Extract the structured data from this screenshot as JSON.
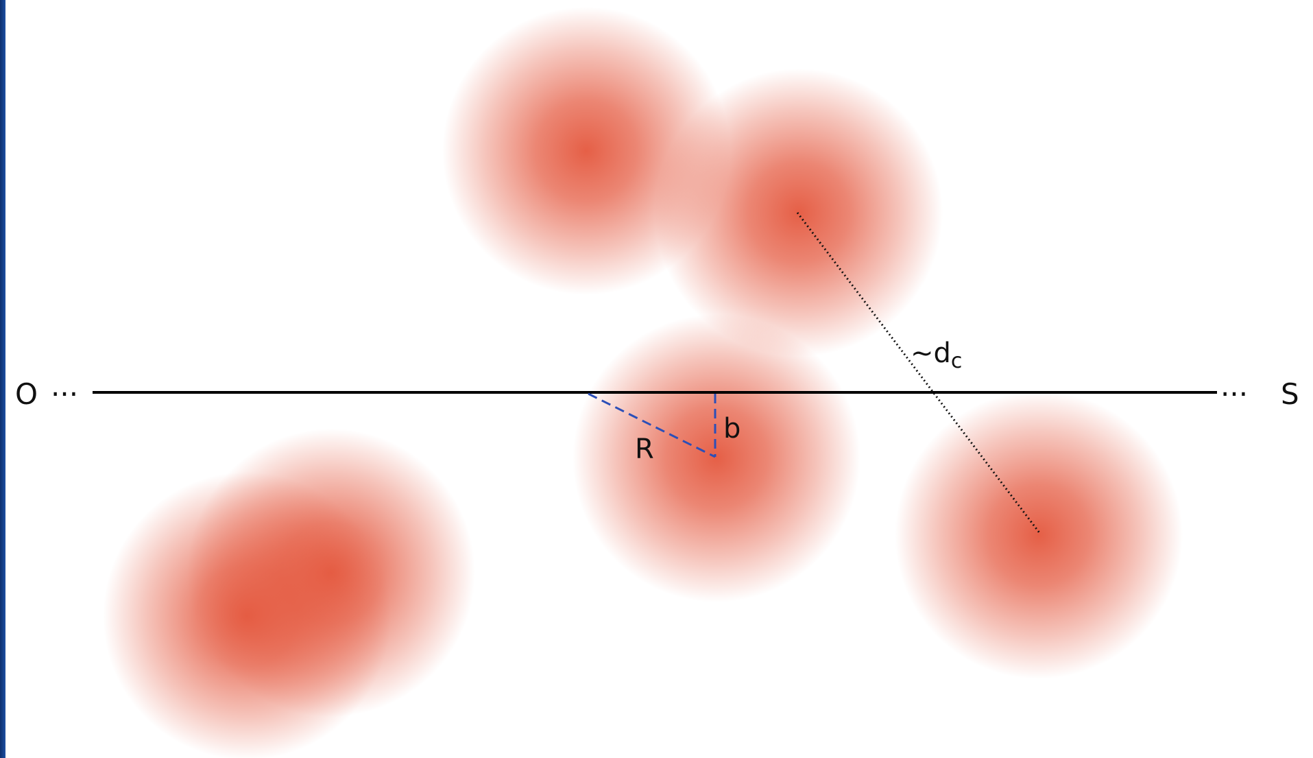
{
  "diagram": {
    "colors": {
      "cloud": "#e4573d",
      "line_of_sight": "#000000",
      "radius_dash": "#2b4fb8",
      "background": "#ffffff",
      "frame_edge": "#14409a"
    },
    "labels": {
      "observer": "O",
      "source": "S",
      "left_ellipsis": "···",
      "right_ellipsis": "···",
      "radius": "R",
      "impact": "b",
      "separation_tilde": "~d",
      "separation_sub": "c"
    }
  }
}
